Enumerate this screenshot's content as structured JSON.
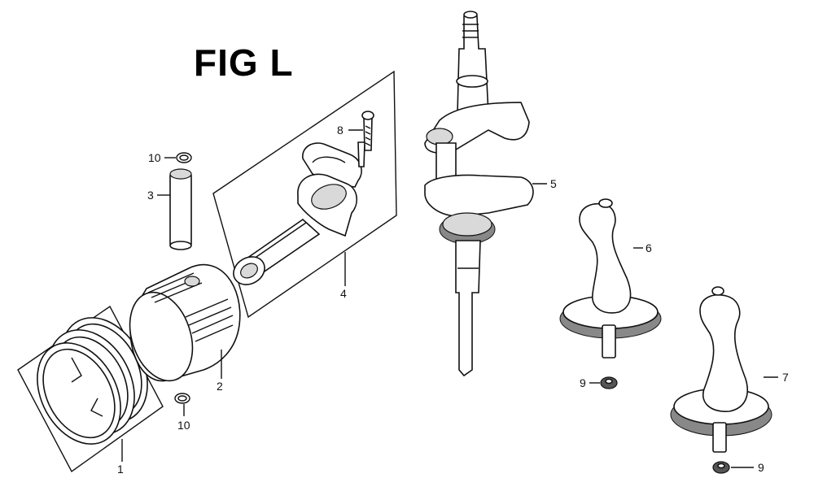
{
  "figure": {
    "title": "FIG L"
  },
  "callouts": [
    {
      "id": "ring-set",
      "label": "1"
    },
    {
      "id": "piston",
      "label": "2"
    },
    {
      "id": "piston-pin",
      "label": "3"
    },
    {
      "id": "connecting-rod",
      "label": "4"
    },
    {
      "id": "crankshaft",
      "label": "5"
    },
    {
      "id": "balancer-shaft-upper",
      "label": "6"
    },
    {
      "id": "balancer-shaft-lower",
      "label": "7"
    },
    {
      "id": "rod-bolt",
      "label": "8"
    },
    {
      "id": "washer-upper",
      "label": "9"
    },
    {
      "id": "washer-lower",
      "label": "9"
    },
    {
      "id": "clip-upper",
      "label": "10"
    },
    {
      "id": "clip-lower",
      "label": "10"
    }
  ]
}
